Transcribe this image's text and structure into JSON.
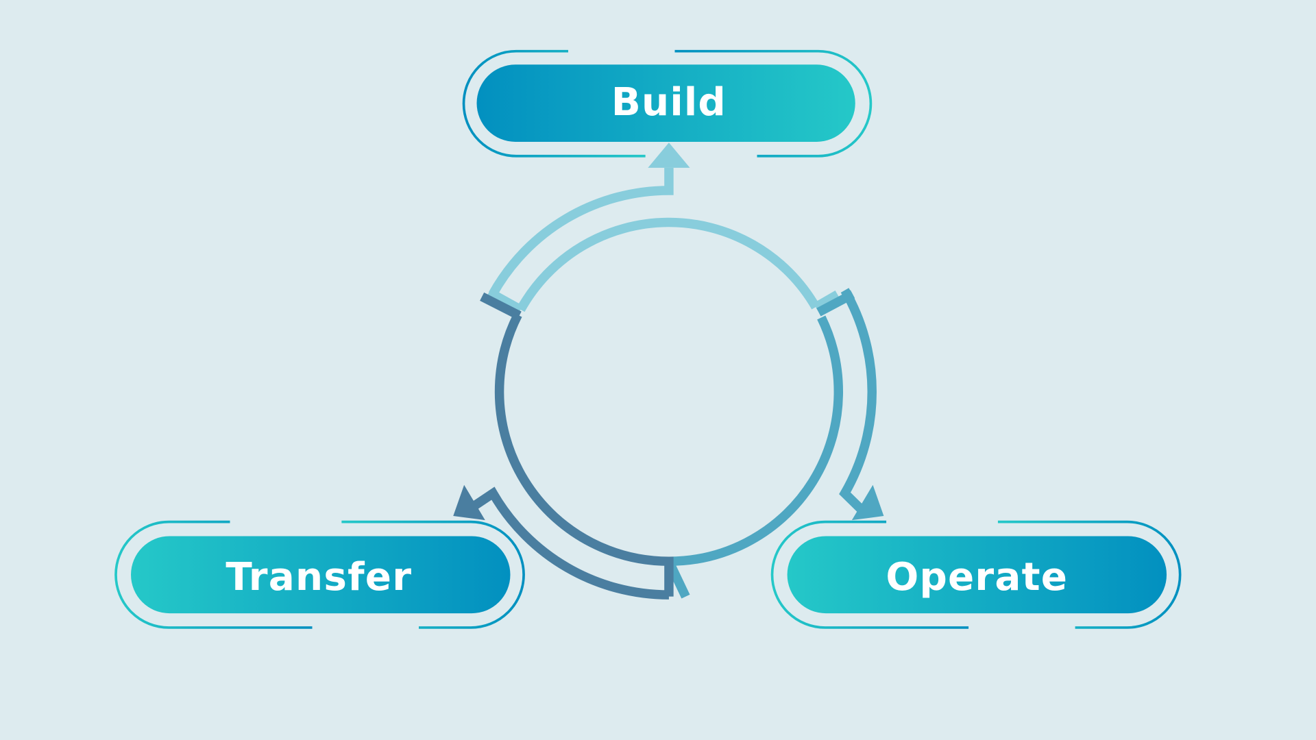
{
  "background": "#ddebef",
  "nodes": [
    {
      "id": "build",
      "label": "Build",
      "gradient": [
        "#0290c0",
        "#25c8c8"
      ]
    },
    {
      "id": "transfer",
      "label": "Transfer",
      "gradient": [
        "#25c8c8",
        "#0290c0"
      ]
    },
    {
      "id": "operate",
      "label": "Operate",
      "gradient": [
        "#25c8c8",
        "#0290c0"
      ]
    }
  ],
  "cycle": {
    "segments": [
      {
        "from": "transfer",
        "to": "build",
        "color": "#88cddc"
      },
      {
        "from": "build",
        "to": "operate",
        "color": "#4fa7c2"
      },
      {
        "from": "operate",
        "to": "transfer",
        "color": "#4a7ea0"
      }
    ]
  }
}
